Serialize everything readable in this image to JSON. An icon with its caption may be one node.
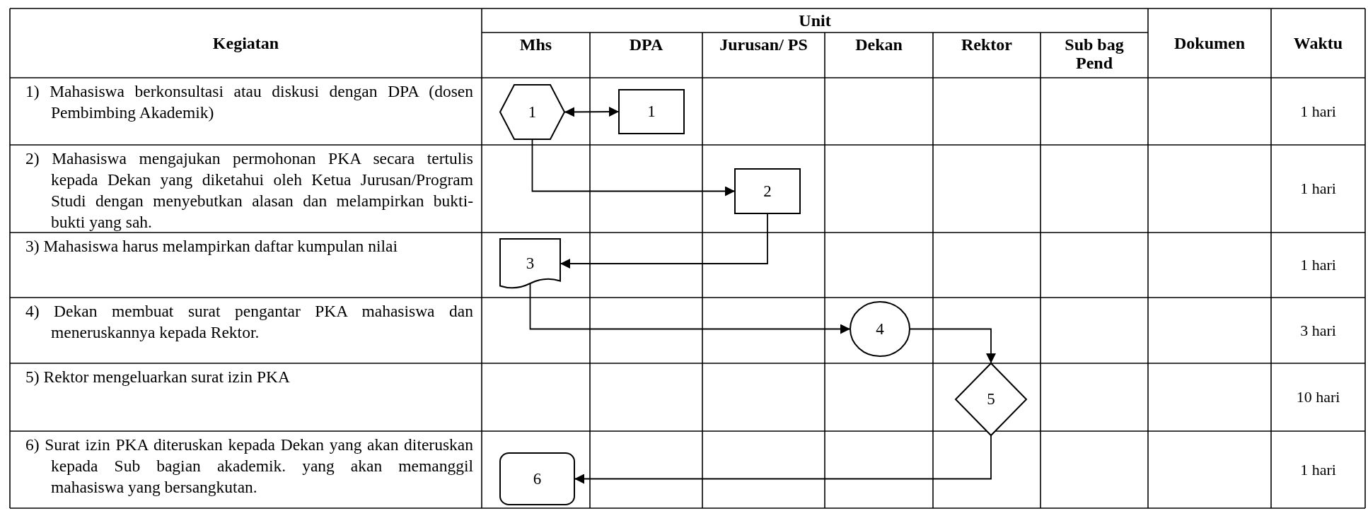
{
  "diagram": {
    "nodes": [
      {
        "text": [
          "1"
        ]
      },
      {
        "text": [
          "1"
        ]
      },
      {
        "text": [
          "2"
        ]
      },
      {
        "text": [
          "3"
        ]
      },
      {
        "text": [
          "4"
        ]
      },
      {
        "text": [
          "5"
        ]
      },
      {
        "text": [
          "6"
        ]
      }
    ],
    "edges": [
      {
        "from": 0,
        "to": 1,
        "arrow": "both"
      },
      {
        "from": 0,
        "to": 2,
        "arrow": "to"
      },
      {
        "from": 2,
        "to": 3,
        "arrow": "to"
      },
      {
        "from": 3,
        "to": 4,
        "arrow": "to"
      },
      {
        "from": 4,
        "to": 5,
        "arrow": "to"
      },
      {
        "from": 5,
        "to": 6,
        "arrow": "to"
      }
    ],
    "labels": [
      "Kegiatan",
      "Unit",
      "Mhs",
      "DPA",
      "Jurusan/ PS",
      "Dekan",
      "Rektor",
      "Sub bag Pend",
      "Dokumen",
      "Waktu",
      "1) Mahasiswa berkonsultasi atau diskusi dengan DPA (dosen Pembimbing Akademik)",
      "1 hari",
      "2) Mahasiswa mengajukan permohonan PKA secara tertulis kepada Dekan yang diketahui oleh Ketua Jurusan/Program Studi dengan menyebutkan alasan dan melampirkan bukti-bukti yang sah.",
      "1 hari",
      "3) Mahasiswa harus melampirkan daftar kumpulan nilai",
      "1 hari",
      "4) Dekan membuat surat pengantar PKA mahasiswa dan meneruskannya kepada Rektor.",
      "3 hari",
      "5) Rektor mengeluarkan surat izin PKA",
      "10 hari",
      "6) Surat izin PKA diteruskan kepada Dekan yang akan diteruskan kepada Sub bagian akademik. yang akan memanggil mahasiswa yang bersangkutan.",
      "1 hari"
    ]
  }
}
